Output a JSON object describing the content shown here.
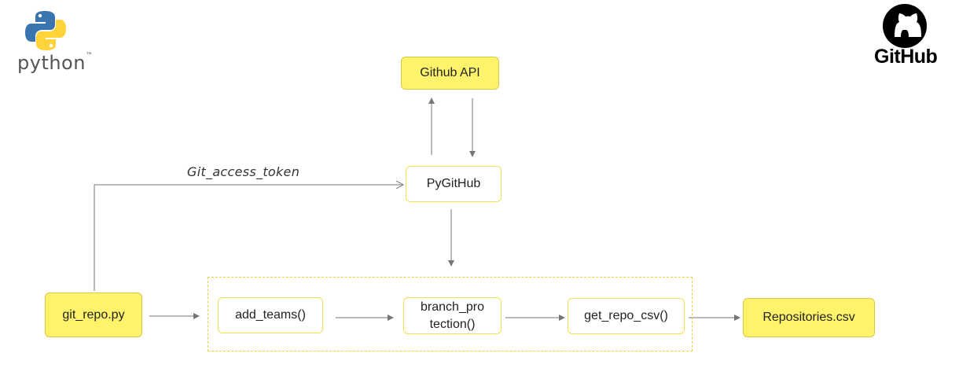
{
  "logos": {
    "python": "python",
    "python_tm": "™",
    "github": "GitHub"
  },
  "nodes": {
    "github_api": "Github API",
    "pygithub": "PyGitHub",
    "git_repo": "git_repo.py",
    "add_teams": "add_teams()",
    "branch_protection_line1": "branch_pro",
    "branch_protection_line2": "tection()",
    "get_repo_csv": "get_repo_csv()",
    "repositories_csv": "Repositories.csv"
  },
  "edges": {
    "token_label": "Git_access_token"
  },
  "colors": {
    "node_fill": "#fff36b",
    "node_border": "#f2e04f",
    "arrow": "#777777",
    "python_blue": "#3a75b0",
    "python_yellow": "#ffd43b"
  },
  "icons": {
    "python_logo": "python-logo-icon",
    "github_logo": "github-octocat-icon"
  }
}
